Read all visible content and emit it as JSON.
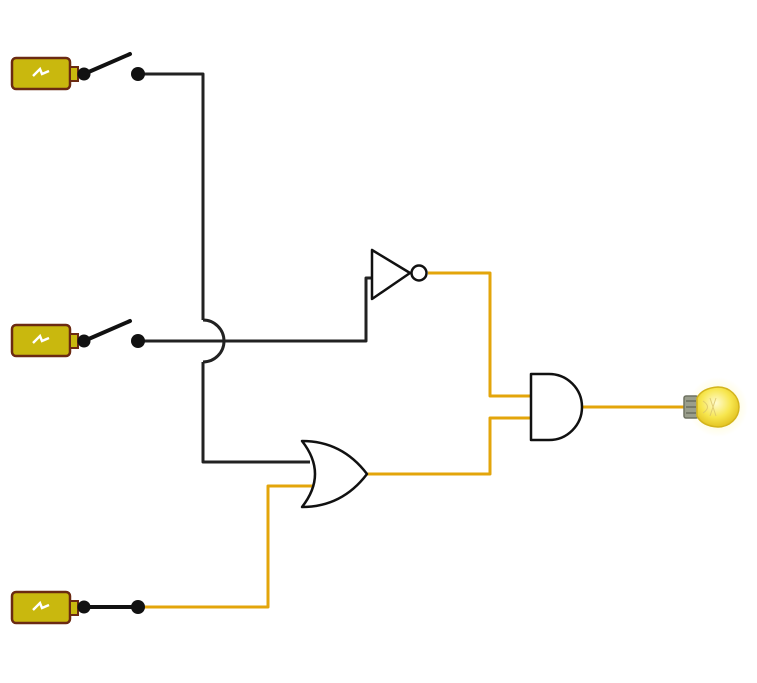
{
  "diagram": {
    "type": "logic-circuit",
    "colors": {
      "wire_off": "#222222",
      "wire_on": "#E3A50B",
      "gate_stroke": "#111111",
      "battery_body": "#C9B80E",
      "battery_border": "#6B2A12",
      "bulb_glow": "#F7E64E"
    },
    "inputs": [
      {
        "id": "input-1",
        "icon": "battery-icon",
        "switch_state": "open",
        "powered": false
      },
      {
        "id": "input-2",
        "icon": "battery-icon",
        "switch_state": "open",
        "powered": false
      },
      {
        "id": "input-3",
        "icon": "battery-icon",
        "switch_state": "closed",
        "powered": true
      }
    ],
    "gates": [
      {
        "id": "not-gate",
        "type": "NOT",
        "output_powered": true
      },
      {
        "id": "or-gate",
        "type": "OR",
        "output_powered": true
      },
      {
        "id": "and-gate",
        "type": "AND",
        "output_powered": true
      }
    ],
    "output": {
      "id": "bulb",
      "icon": "light-bulb-icon",
      "state": "on"
    }
  }
}
